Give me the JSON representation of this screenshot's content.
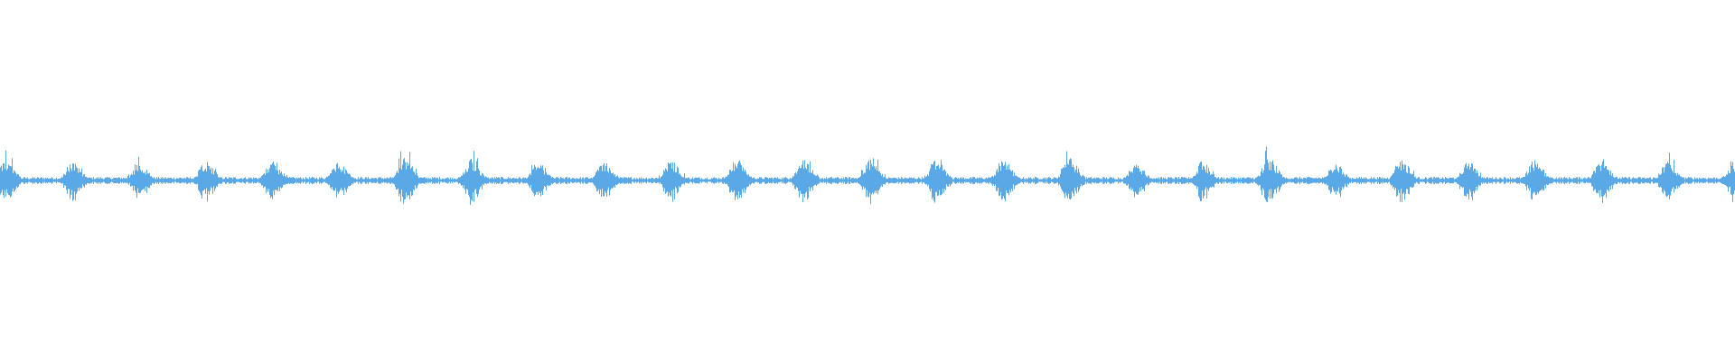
{
  "waveform": {
    "color": "#5aa9e6",
    "background": "#ffffff",
    "burst_count": 27,
    "baseline_level": 0.02,
    "burst_peak_level": 0.12
  }
}
